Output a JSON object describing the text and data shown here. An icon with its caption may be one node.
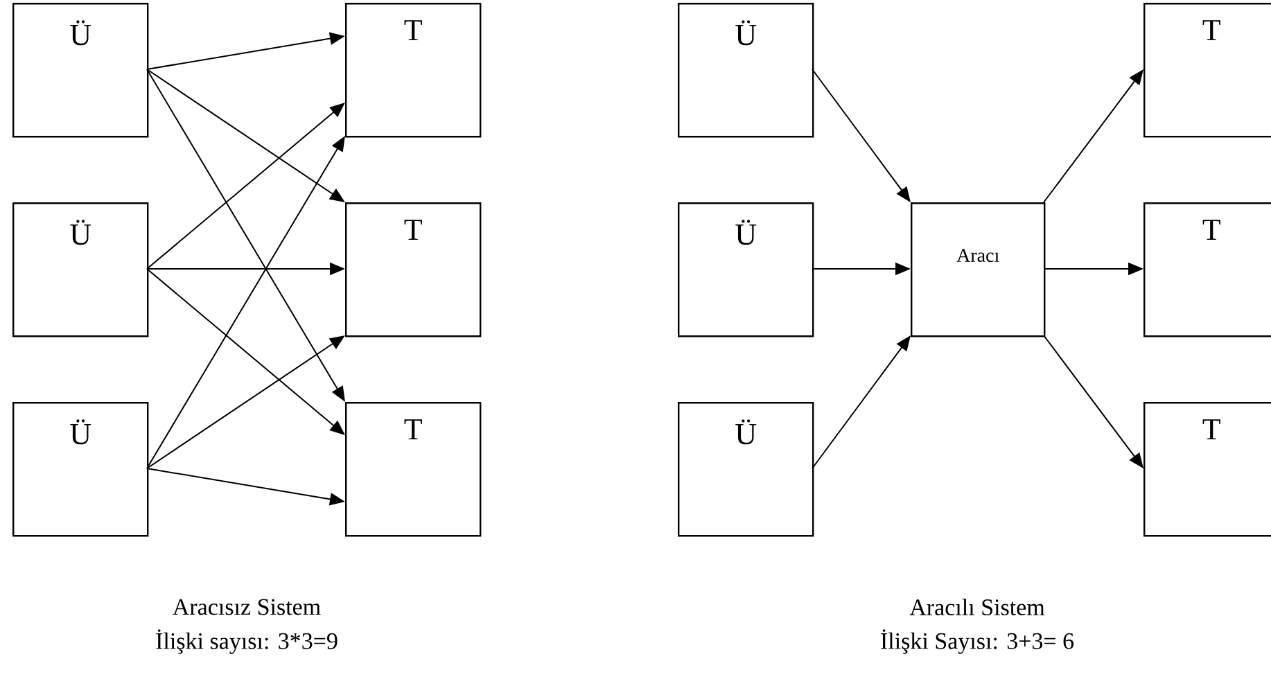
{
  "diagram": {
    "nodes": [
      {
        "text": [
          "Ü"
        ]
      },
      {
        "text": [
          "Ü"
        ]
      },
      {
        "text": [
          "Ü"
        ]
      },
      {
        "text": [
          "T"
        ]
      },
      {
        "text": [
          "T"
        ]
      },
      {
        "text": [
          "T"
        ]
      },
      {
        "text": [
          "Ü"
        ]
      },
      {
        "text": [
          "Ü"
        ]
      },
      {
        "text": [
          "Ü"
        ]
      },
      {
        "text": [
          "Aracı"
        ]
      },
      {
        "text": [
          "T"
        ]
      },
      {
        "text": [
          "T"
        ]
      },
      {
        "text": [
          "T"
        ]
      }
    ],
    "edges": [
      {
        "from": 0,
        "to": 3,
        "arrow": "to"
      },
      {
        "from": 0,
        "to": 4,
        "arrow": "to"
      },
      {
        "from": 0,
        "to": 5,
        "arrow": "to"
      },
      {
        "from": 1,
        "to": 3,
        "arrow": "to"
      },
      {
        "from": 1,
        "to": 4,
        "arrow": "to"
      },
      {
        "from": 1,
        "to": 5,
        "arrow": "to"
      },
      {
        "from": 2,
        "to": 3,
        "arrow": "to"
      },
      {
        "from": 2,
        "to": 4,
        "arrow": "to"
      },
      {
        "from": 2,
        "to": 5,
        "arrow": "to"
      },
      {
        "from": 6,
        "to": 9,
        "arrow": "to"
      },
      {
        "from": 7,
        "to": 9,
        "arrow": "to"
      },
      {
        "from": 8,
        "to": 9,
        "arrow": "to"
      },
      {
        "from": 9,
        "to": 10,
        "arrow": "to"
      },
      {
        "from": 9,
        "to": 11,
        "arrow": "to"
      },
      {
        "from": 9,
        "to": 12,
        "arrow": "to"
      }
    ],
    "labels": [
      "Aracısız Sistem",
      "İlişki sayısı: 3*3=9",
      "Aracılı Sistem",
      "İlişki Sayısı: 3+3= 6"
    ]
  }
}
